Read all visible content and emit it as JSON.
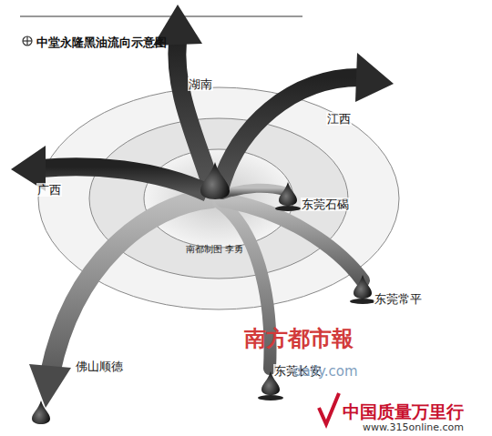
{
  "diagram": {
    "title": "中堂永隆黑油流向示意图",
    "nodes": [
      {
        "text": [
          "湖南"
        ]
      },
      {
        "text": [
          "江西"
        ]
      },
      {
        "text": [
          "广西"
        ]
      },
      {
        "text": [
          "东莞石碣"
        ]
      },
      {
        "text": [
          "东莞常平"
        ]
      },
      {
        "text": [
          "东莞长安"
        ]
      },
      {
        "text": [
          "佛山顺德"
        ]
      }
    ],
    "labels": [
      "南都制图 李勇",
      "南方都市報",
      "daily.com",
      "中国质量万里行",
      "www.315online.com"
    ]
  }
}
